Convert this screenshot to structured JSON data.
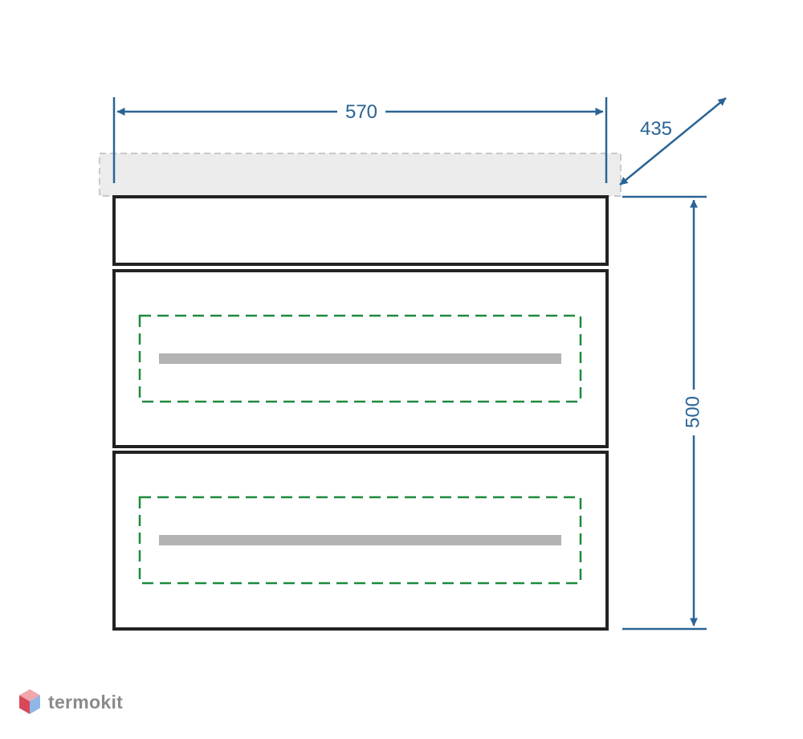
{
  "dimensions": {
    "width": "570",
    "depth": "435",
    "height": "500"
  },
  "brand": {
    "name": "termokit",
    "logo_icon": "hexagon-cube-icon"
  },
  "colors": {
    "dimension_line": "#2a6496",
    "outline": "#222222",
    "countertop_fill": "#ececec",
    "countertop_dash": "#c9c9c9",
    "handle_zone_dash": "#1e8a3c",
    "handle": "#b3b3b3",
    "brand_text": "#8a8a8a",
    "logo_top": "#f1a5ad",
    "logo_left": "#d9485a",
    "logo_right": "#8fb6e6"
  },
  "cabinet": {
    "sections": [
      "top-panel",
      "drawer",
      "drawer"
    ]
  }
}
